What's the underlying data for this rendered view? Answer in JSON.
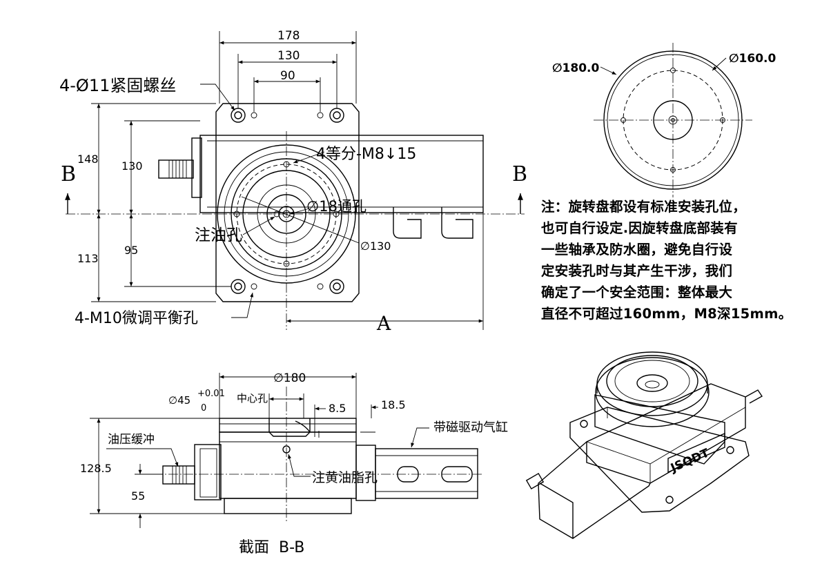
{
  "top_view": {
    "dims": {
      "d178": "178",
      "d130": "130",
      "d90": "90",
      "d148": "148",
      "d130v": "130",
      "d113": "113",
      "d95": "95",
      "dia130": "∅130"
    },
    "labels": {
      "bolts": "4-Ø11紧固螺丝",
      "m8": "4等分-M8↓15",
      "thru18": "∅18通孔",
      "oil_hole": "注油孔",
      "m10": "4-M10微调平衡孔",
      "section_b_left": "B",
      "section_b_right": "B",
      "a": "A"
    }
  },
  "round_view": {
    "dia180": "∅180.0",
    "dia160": "∅160.0"
  },
  "note_lines": [
    "注：旋转盘都设有标准安装孔位，",
    "也可自行设定.因旋转盘底部装有",
    "一些轴承及防水圈，避免自行设",
    "定安装孔时与其产生干涉，我们",
    "确定了一个安全范围：整体最大",
    "直径不可超过160mm，M8深15mm。"
  ],
  "section_view": {
    "dia180": "∅180",
    "dia45": "∅45",
    "tol_plus": "+0.01",
    "tol_zero": "0",
    "center_hole": "中心孔",
    "d8_5": "8.5",
    "d18_5": "18.5",
    "cylinder": "带磁驱动气缸",
    "damper": "油压缓冲",
    "d128_5": "128.5",
    "d55": "55",
    "grease": "注黄油脂孔",
    "title": "截面  B-B"
  },
  "iso_view": {
    "logo": "JSQDT"
  }
}
